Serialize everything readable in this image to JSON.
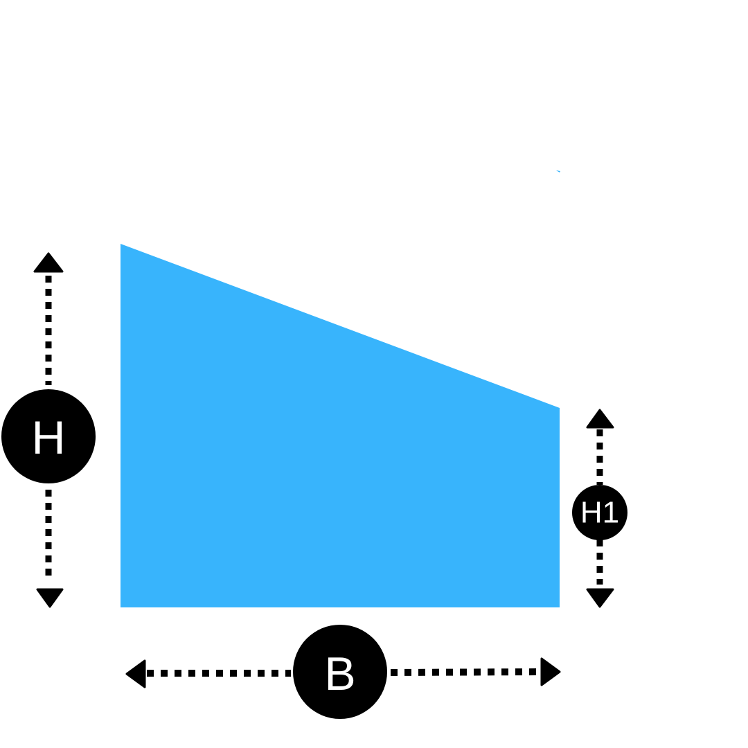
{
  "diagram": {
    "shape_color": "#38b4fc",
    "marker_color": "#000000",
    "text_color": "#ffffff",
    "labels": {
      "height_left": "H",
      "height_right": "H1",
      "base": "B"
    }
  }
}
